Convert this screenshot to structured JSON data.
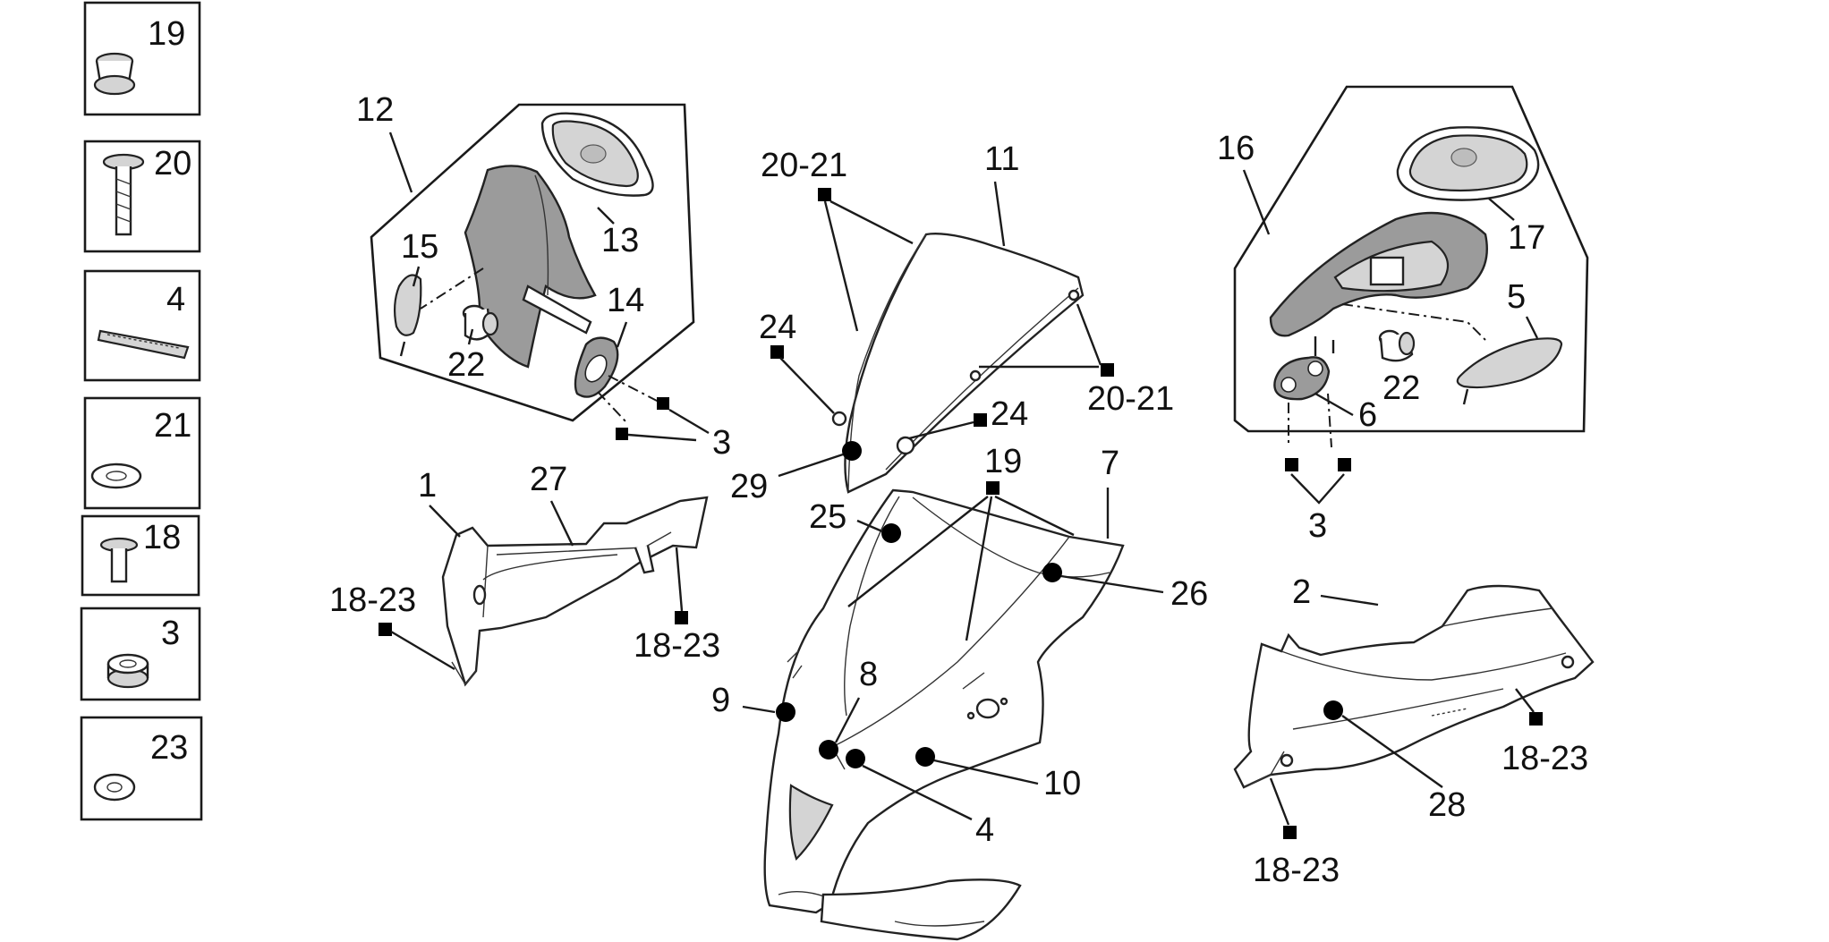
{
  "legend": [
    {
      "id": "legend-19",
      "label": "19",
      "icon": "plug-cap"
    },
    {
      "id": "legend-20",
      "label": "20",
      "icon": "screw"
    },
    {
      "id": "legend-4",
      "label": "4",
      "icon": "adhesive-strip"
    },
    {
      "id": "legend-21",
      "label": "21",
      "icon": "washer"
    },
    {
      "id": "legend-18",
      "label": "18",
      "icon": "rivet"
    },
    {
      "id": "legend-3",
      "label": "3",
      "icon": "nut"
    },
    {
      "id": "legend-23",
      "label": "23",
      "icon": "spacer-washer"
    }
  ],
  "callouts": {
    "c12": "12",
    "c13": "13",
    "c14": "14",
    "c15": "15",
    "c22a": "22",
    "c3a": "3",
    "c11": "11",
    "c2021a": "20-21",
    "c2021b": "20-21",
    "c24a": "24",
    "c24b": "24",
    "c29": "29",
    "c16": "16",
    "c17": "17",
    "c5": "5",
    "c22b": "22",
    "c6": "6",
    "c3b": "3",
    "c1": "1",
    "c27": "27",
    "c1823a": "18-23",
    "c1823b": "18-23",
    "c19": "19",
    "c7": "7",
    "c25": "25",
    "c26": "26",
    "c8": "8",
    "c9": "9",
    "c10": "10",
    "c4": "4",
    "c2": "2",
    "c1823c": "18-23",
    "c28": "28",
    "c1823d": "18-23"
  },
  "colors": {
    "line": "#1a1a1a",
    "shade": "#9b9b9b",
    "light_shade": "#d4d4d4",
    "marker": "#000000"
  }
}
